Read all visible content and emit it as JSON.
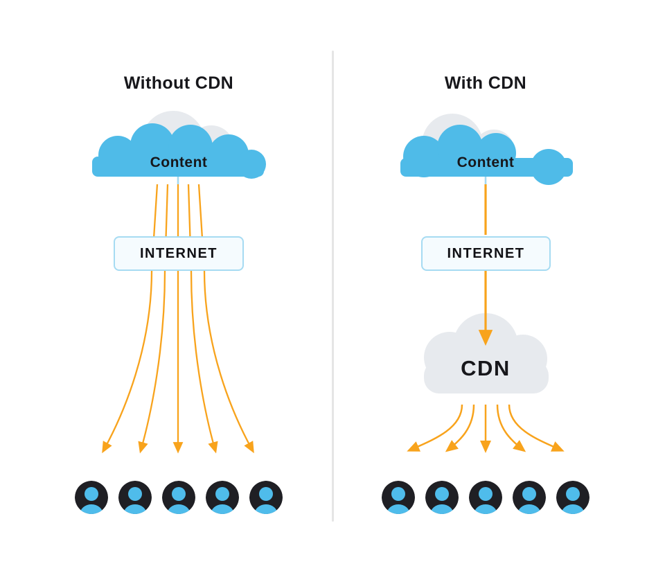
{
  "diagram": {
    "divider_color": "#e5e5e5",
    "left_panel": {
      "title": "Without CDN",
      "content_cloud_label": "Content",
      "internet_box_label": "INTERNET",
      "stream_count": 5,
      "user_count": 5
    },
    "right_panel": {
      "title": "With CDN",
      "content_cloud_label": "Content",
      "internet_box_label": "INTERNET",
      "cdn_cloud_label": "CDN",
      "stream_count": 5,
      "user_count": 5
    },
    "colors": {
      "arrow_orange": "#F8A31C",
      "cloud_blue": "#4FBBE8",
      "cloud_gray": "#E7EAEE",
      "icon_dark": "#1F1F24",
      "icon_person_blue": "#4FBCEB",
      "internet_box_border": "#A6DBF2",
      "internet_box_fill": "#F5FBFE",
      "stub_blue": "#A5D9F1",
      "text_dark": "#17171B"
    }
  }
}
